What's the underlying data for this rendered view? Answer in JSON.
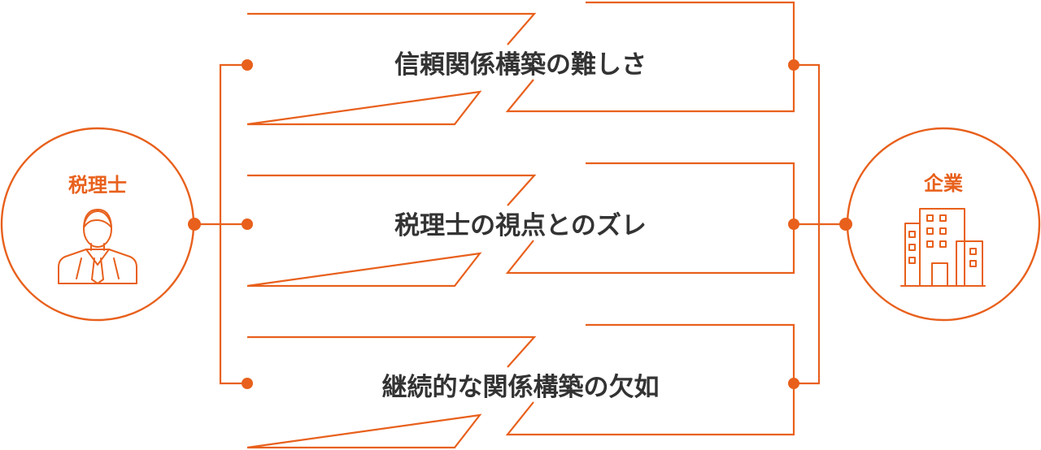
{
  "colors": {
    "accent": "#e8601c",
    "text": "#333333",
    "background": "#ffffff"
  },
  "left_actor": {
    "label": "税理士",
    "icon": "businessman-icon"
  },
  "right_actor": {
    "label": "企業",
    "icon": "office-building-icon"
  },
  "issues": [
    {
      "label": "信頼関係構築の難しさ"
    },
    {
      "label": "税理士の視点とのズレ"
    },
    {
      "label": "継続的な関係構築の欠如"
    }
  ]
}
